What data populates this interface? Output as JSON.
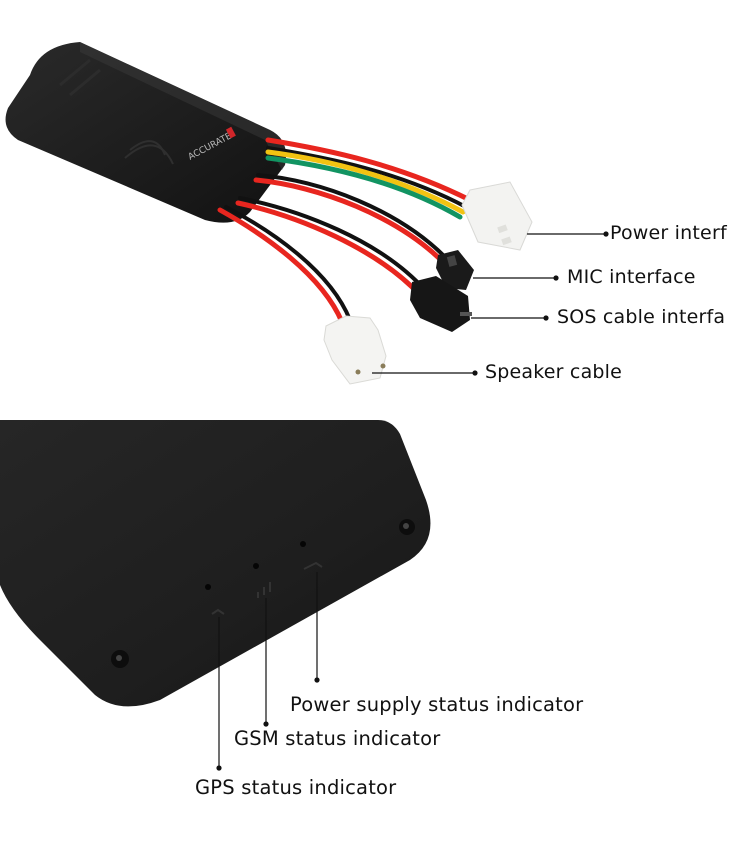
{
  "top_panel": {
    "device": {
      "brand_text": "ACCURATE",
      "wire_colors": [
        "#e8261f",
        "#f2c312",
        "#129462",
        "#111111"
      ]
    },
    "callouts": [
      {
        "id": "power",
        "label": "Power interf"
      },
      {
        "id": "mic",
        "label": "MIC interface"
      },
      {
        "id": "sos",
        "label": "SOS cable interfa"
      },
      {
        "id": "speaker",
        "label": "Speaker cable"
      }
    ]
  },
  "bottom_panel": {
    "callouts": [
      {
        "id": "power-status",
        "label": "Power supply status indicator"
      },
      {
        "id": "gsm-status",
        "label": "GSM status indicator"
      },
      {
        "id": "gps-status",
        "label": "GPS status indicator"
      }
    ]
  }
}
